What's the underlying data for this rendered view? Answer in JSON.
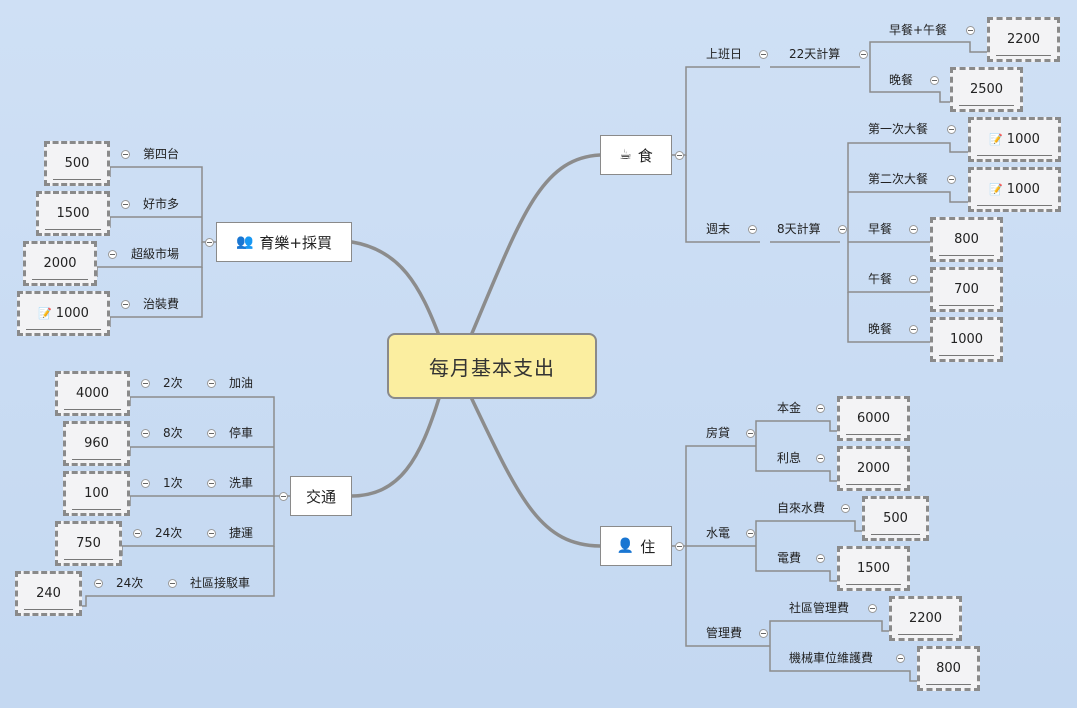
{
  "center": "每月基本支出",
  "food": {
    "title": "食",
    "icon": "coffee-cup-icon",
    "weekday": {
      "label": "上班日",
      "days": "22天計算",
      "lunch": "早餐+午餐",
      "lunch_val": "2200",
      "dinner": "晚餐",
      "dinner_val": "2500"
    },
    "weekend": {
      "label": "週末",
      "days": "8天計算",
      "big1": "第一次大餐",
      "big1_val": "1000",
      "big2": "第二次大餐",
      "big2_val": "1000",
      "breakfast": "早餐",
      "breakfast_val": "800",
      "lunch": "午餐",
      "lunch_val": "700",
      "dinner": "晚餐",
      "dinner_val": "1000"
    }
  },
  "living": {
    "title": "住",
    "icon": "person-icon",
    "loan": {
      "label": "房貸",
      "principal": "本金",
      "principal_val": "6000",
      "interest": "利息",
      "interest_val": "2000"
    },
    "utility": {
      "label": "水電",
      "water": "自來水費",
      "water_val": "500",
      "power": "電費",
      "power_val": "1500"
    },
    "mgmt": {
      "label": "管理費",
      "community": "社區管理費",
      "community_val": "2200",
      "parking": "機械車位維護費",
      "parking_val": "800"
    }
  },
  "shopping": {
    "title": "育樂+採買",
    "icon": "users-icon",
    "items": [
      {
        "label": "第四台",
        "val": "500"
      },
      {
        "label": "好市多",
        "val": "1500"
      },
      {
        "label": "超級市場",
        "val": "2000"
      },
      {
        "label": "治裝費",
        "val": "1000"
      }
    ]
  },
  "transport": {
    "title": "交通",
    "items": [
      {
        "label": "加油",
        "count": "2次",
        "val": "4000"
      },
      {
        "label": "停車",
        "count": "8次",
        "val": "960"
      },
      {
        "label": "洗車",
        "count": "1次",
        "val": "100"
      },
      {
        "label": "捷運",
        "count": "24次",
        "val": "750"
      },
      {
        "label": "社區接駁車",
        "count": "24次",
        "val": "240"
      }
    ]
  }
}
